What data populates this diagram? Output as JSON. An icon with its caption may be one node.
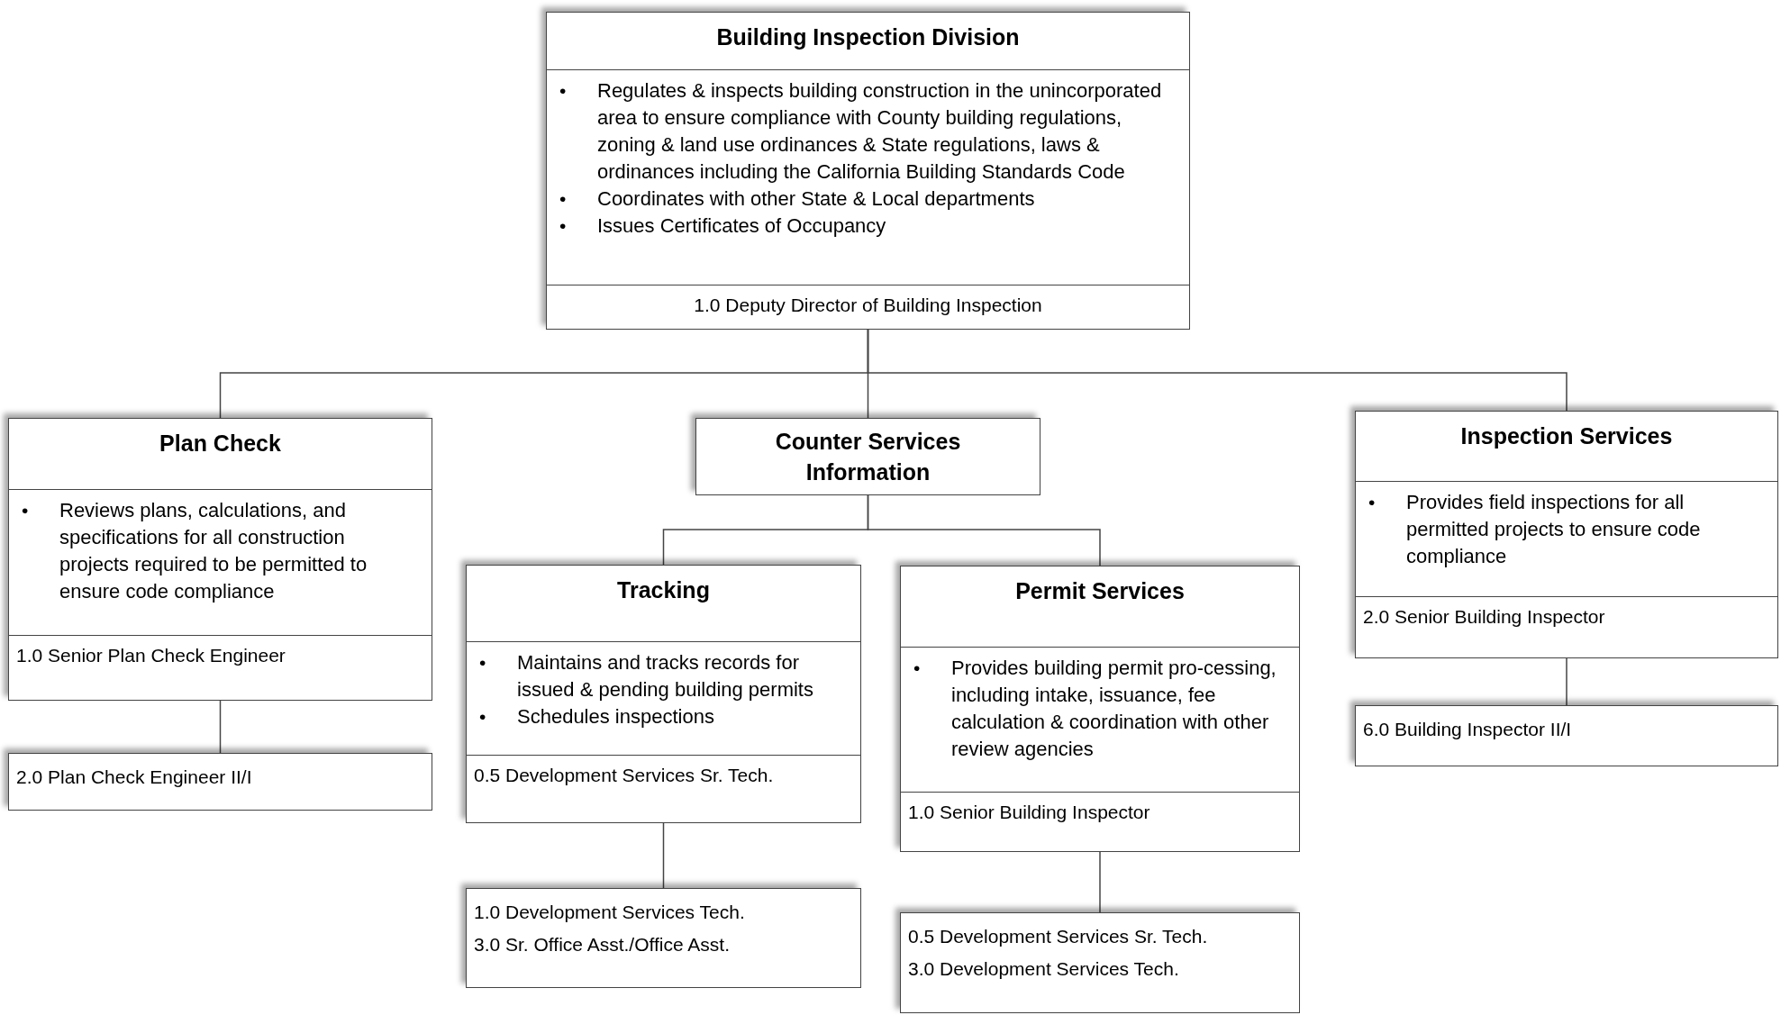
{
  "diagram": {
    "nodes": [
      {
        "text": [
          "Building Inspection Division",
          "•",
          "Regulates & inspects building construction in the unincorporated area to ensure compliance with County building regulations, zoning & land use ordinances & State regulations, laws & ordinances including the California Building Standards Code",
          "•",
          "Coordinates with other State & Local departments",
          "•",
          "Issues Certificates of Occupancy",
          "1.0 Deputy Director of Building Inspection"
        ]
      },
      {
        "text": [
          "Plan Check",
          "•",
          "Reviews plans, calculations, and specifications for all construction projects required to be permitted to ensure code compliance",
          "1.0 Senior Plan Check Engineer"
        ]
      },
      {
        "text": [
          "2.0 Plan Check Engineer II/I"
        ]
      },
      {
        "text": [
          "Counter Services Information"
        ]
      },
      {
        "text": [
          "Tracking",
          "•",
          "Maintains and tracks records for issued & pending building permits",
          "•",
          "Schedules inspections",
          "0.5 Development Services Sr. Tech."
        ]
      },
      {
        "text": [
          "1.0 Development Services Tech.",
          "3.0 Sr. Office Asst./Office Asst."
        ]
      },
      {
        "text": [
          "Permit Services",
          "•",
          "Provides building permit pro-cessing, including intake, issuance, fee calculation & coordination with other review agencies",
          "1.0 Senior Building Inspector"
        ]
      },
      {
        "text": [
          "0.5 Development Services Sr. Tech.",
          "3.0 Development Services Tech."
        ]
      },
      {
        "text": [
          "Inspection Services",
          "•",
          "Provides field inspections for all permitted projects to ensure code compliance",
          "2.0 Senior Building Inspector"
        ]
      },
      {
        "text": [
          "6.0 Building Inspector II/I"
        ]
      }
    ],
    "edges": [
      {
        "from": 0,
        "to": 1,
        "arrow": "none"
      },
      {
        "from": 0,
        "to": 3,
        "arrow": "none"
      },
      {
        "from": 0,
        "to": 8,
        "arrow": "none"
      },
      {
        "from": 1,
        "to": 2,
        "arrow": "none"
      },
      {
        "from": 3,
        "to": 4,
        "arrow": "none"
      },
      {
        "from": 3,
        "to": 6,
        "arrow": "none"
      },
      {
        "from": 4,
        "to": 5,
        "arrow": "none"
      },
      {
        "from": 6,
        "to": 7,
        "arrow": "none"
      },
      {
        "from": 8,
        "to": 9,
        "arrow": "none"
      }
    ]
  }
}
